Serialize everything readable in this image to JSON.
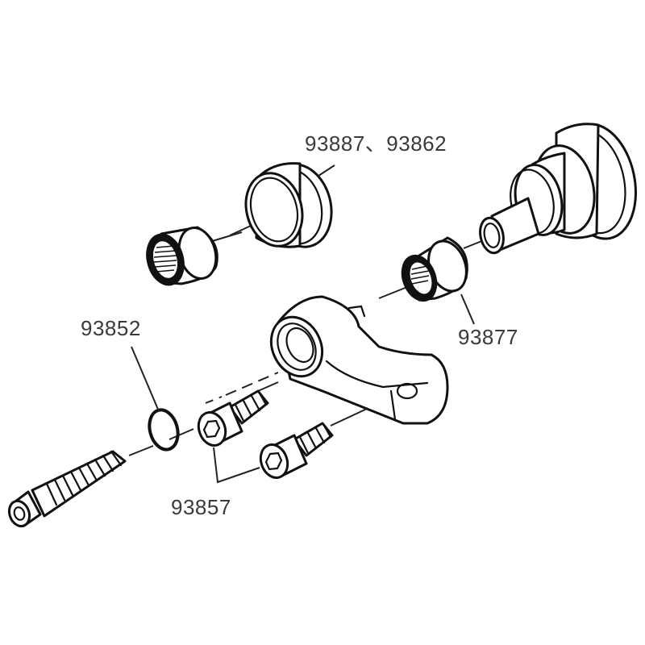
{
  "diagram": {
    "type": "exploded-parts-diagram",
    "background": "#ffffff",
    "line_color": "#111111",
    "label_color": "#3a3a3a"
  },
  "labels": {
    "bushing_pair": "93887、93862",
    "o_ring": "93852",
    "needle_bearing": "93877",
    "cap_screws": "93857"
  },
  "parts": [
    {
      "id": "needle-bearing-left",
      "label_ref": "none"
    },
    {
      "id": "flanged-bushing",
      "label_ref": "bushing_pair"
    },
    {
      "id": "stepped-shaft-hub",
      "label_ref": "none"
    },
    {
      "id": "needle-bearing-right",
      "label_ref": "needle_bearing"
    },
    {
      "id": "rocker-arm-bracket",
      "label_ref": "none"
    },
    {
      "id": "o-ring",
      "label_ref": "o_ring"
    },
    {
      "id": "long-cap-screw",
      "label_ref": "none"
    },
    {
      "id": "short-cap-screw-upper",
      "label_ref": "cap_screws"
    },
    {
      "id": "short-cap-screw-lower",
      "label_ref": "cap_screws"
    }
  ]
}
